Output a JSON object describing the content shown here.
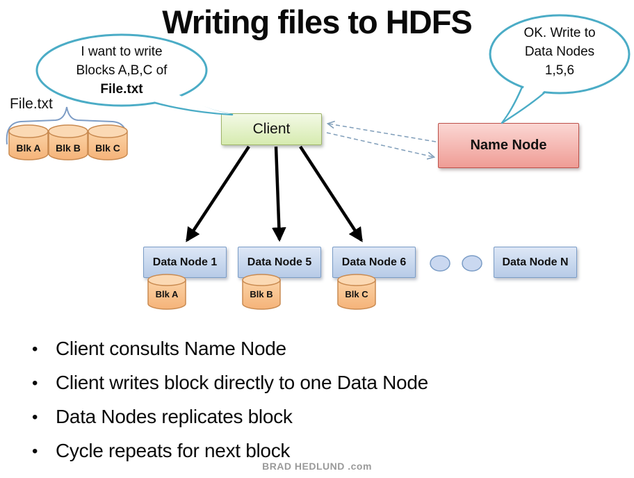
{
  "slide": {
    "title": "Writing files to HDFS",
    "watermark": "BRAD HEDLUND .com"
  },
  "file": {
    "label": "File.txt",
    "blocks": [
      "Blk A",
      "Blk B",
      "Blk C"
    ]
  },
  "bubbles": {
    "client": {
      "lines": [
        "I want to write",
        "Blocks A,B,C of",
        "File.txt"
      ]
    },
    "name_node": {
      "lines": [
        "OK. Write to",
        "Data Nodes",
        "1,5,6"
      ]
    }
  },
  "nodes": {
    "client": {
      "label": "Client"
    },
    "name_node": {
      "label": "Name Node"
    },
    "data_nodes": [
      {
        "label": "Data Node 1",
        "block": "Blk A"
      },
      {
        "label": "Data Node 5",
        "block": "Blk B"
      },
      {
        "label": "Data Node 6",
        "block": "Blk C"
      },
      {
        "label": "Data Node N"
      }
    ]
  },
  "bullets": [
    "Client consults Name Node",
    "Client writes block directly to one Data Node",
    "Data Nodes replicates block",
    "Cycle repeats for next block"
  ],
  "colors": {
    "bubble_border": "#4BACC6",
    "client_fill": "#D6EBAF",
    "name_node_fill": "#EF9C95",
    "data_node_fill": "#BFD2EC",
    "block_cylinder_fill": "#F9C494",
    "block_cylinder_border": "#C98A50",
    "solid_arrow": "#000000",
    "dashed_arrow": "#7F9DB9",
    "brace": "#7D9CC5",
    "watermark_text": "#9A9A9A"
  }
}
